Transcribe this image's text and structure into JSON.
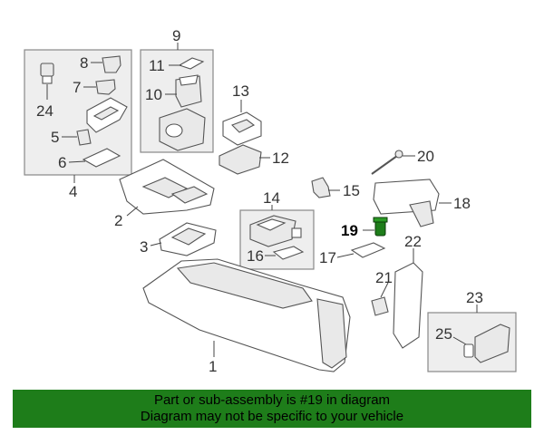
{
  "callouts": {
    "c1": "1",
    "c2": "2",
    "c3": "3",
    "c4": "4",
    "c5": "5",
    "c6": "6",
    "c7": "7",
    "c8": "8",
    "c9": "9",
    "c10": "10",
    "c11": "11",
    "c12": "12",
    "c13": "13",
    "c14": "14",
    "c15": "15",
    "c16": "16",
    "c17": "17",
    "c18": "18",
    "c19": "19",
    "c20": "20",
    "c21": "21",
    "c22": "22",
    "c23": "23",
    "c24": "24",
    "c25": "25"
  },
  "highlighted_part": "19",
  "highlight_color": "#1e7d1a",
  "banner": {
    "line1": "Part or sub-assembly is #19 in diagram",
    "line2": "Diagram may not be specific to your vehicle",
    "background": "#1e7d1a"
  }
}
